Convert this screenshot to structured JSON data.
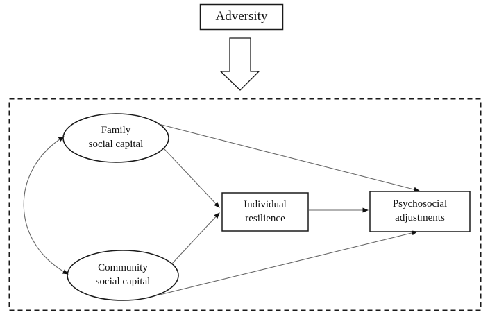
{
  "diagram": {
    "adversity_label": "Adversity",
    "nodes": {
      "family": {
        "line1": "Family",
        "line2": "social capital"
      },
      "community": {
        "line1": "Community",
        "line2": "social capital"
      },
      "resilience": {
        "line1": "Individual",
        "line2": "resilience"
      },
      "psychosocial": {
        "line1": "Psychosocial",
        "line2": "adjustments"
      }
    },
    "connections": [
      {
        "from": "adversity",
        "to": "model-boundary",
        "type": "block-arrow-down"
      },
      {
        "from": "family",
        "to": "community",
        "type": "curved-double-headed-arrow"
      },
      {
        "from": "family",
        "to": "psychosocial",
        "type": "arrow"
      },
      {
        "from": "family",
        "to": "resilience",
        "type": "arrow"
      },
      {
        "from": "community",
        "to": "resilience",
        "type": "arrow"
      },
      {
        "from": "community",
        "to": "psychosocial",
        "type": "arrow"
      },
      {
        "from": "resilience",
        "to": "psychosocial",
        "type": "arrow"
      }
    ],
    "colors": {
      "background": "#ffffff",
      "shape_border": "#1a1a1a",
      "connector": "#666666",
      "arrowhead": "#111111",
      "text": "#111111"
    }
  }
}
